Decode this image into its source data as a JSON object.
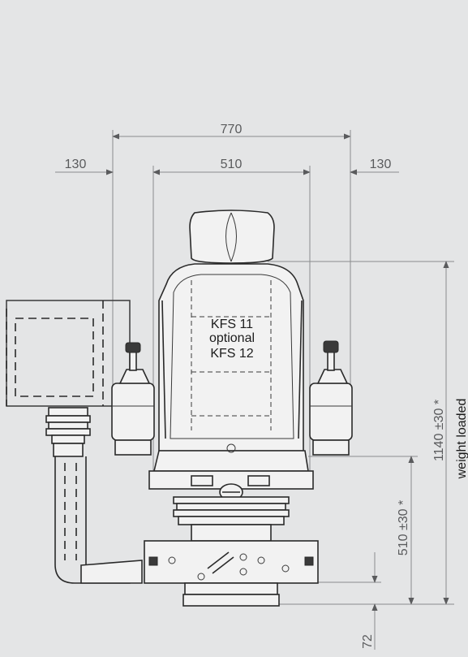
{
  "dimensions": {
    "overall_width": "770",
    "side_left": "130",
    "seat_width": "510",
    "side_right": "130",
    "height_loaded": "1140 ±30 *",
    "weight_note": "weight loaded",
    "seat_height": "510 ±30 *",
    "base_height": "72"
  },
  "labels": {
    "line1": "KFS  11",
    "line2": "optional",
    "line3": "KFS  12"
  },
  "colors": {
    "background": "#e4e5e6",
    "line": "#2a2a2a",
    "dimension": "#5a5b5d"
  }
}
